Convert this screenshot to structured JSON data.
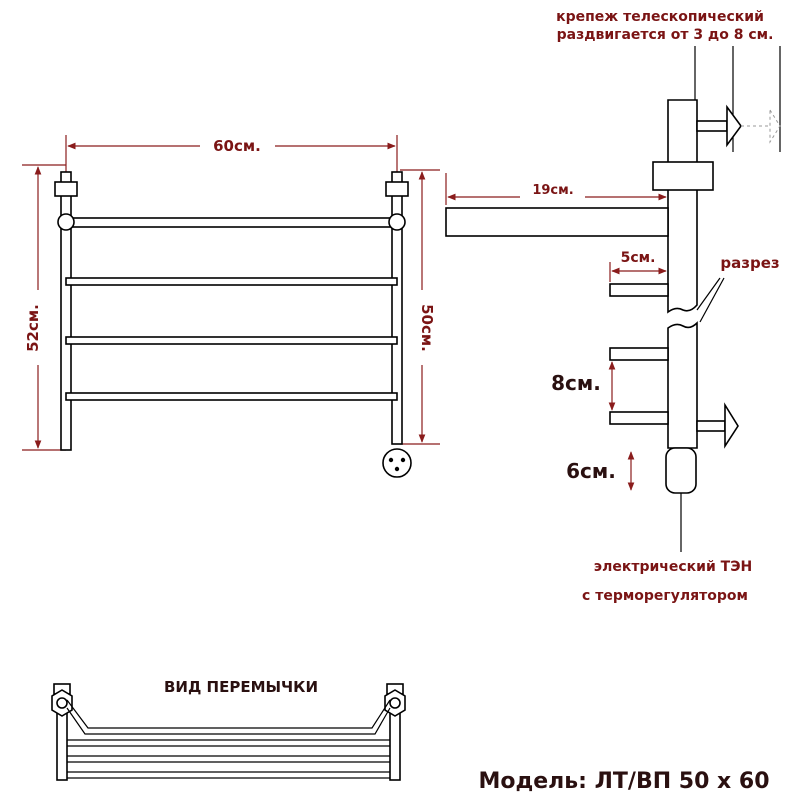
{
  "labels": {
    "mount_line1": "крепеж телескопический",
    "mount_line2": "раздвигается от 3 до 8 см.",
    "width": "60см.",
    "height_outer": "52см.",
    "height_inner": "50см.",
    "depth": "19см.",
    "offset_5": "5см.",
    "cut": "разрез",
    "spacing_8": "8см.",
    "heater_6": "6см.",
    "heater_line1": "электрический  ТЭН",
    "heater_line2": "с терморегулятором",
    "jumper_view": "ВИД ПЕРЕМЫЧКИ",
    "model": "Модель: ЛТ/ВП 50 х 60"
  },
  "colors": {
    "label": "#7a1414",
    "dimension": "#8a1c1c",
    "outline": "#000000",
    "background": "#ffffff"
  }
}
